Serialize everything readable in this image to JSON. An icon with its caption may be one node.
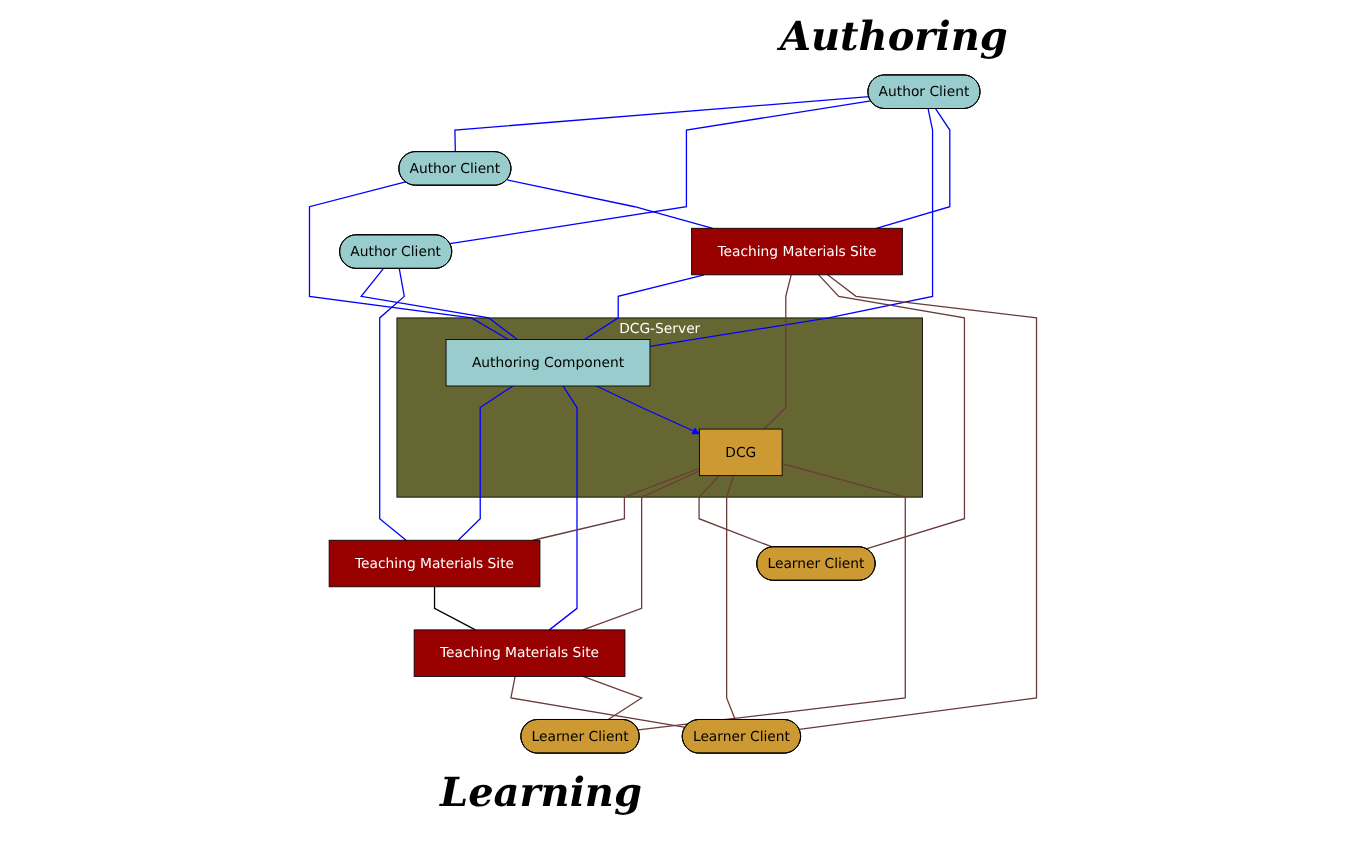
{
  "diagram": {
    "nodes": [
      {
        "text": [
          "Author Client"
        ]
      },
      {
        "text": [
          "Author Client"
        ]
      },
      {
        "text": [
          "Author Client"
        ]
      },
      {
        "text": [
          "DCG-Server"
        ]
      },
      {
        "text": [
          "Authoring Component"
        ],
        "in": 3
      },
      {
        "text": [
          "DCG"
        ],
        "in": 3
      },
      {
        "text": [
          "Teaching Materials Site"
        ]
      },
      {
        "text": [
          "Teaching Materials Site"
        ]
      },
      {
        "text": [
          "Teaching Materials Site"
        ]
      },
      {
        "text": [
          "Learner Client"
        ]
      },
      {
        "text": [
          "Learner Client"
        ]
      },
      {
        "text": [
          "Learner Client"
        ]
      }
    ],
    "edges": [
      {
        "from": 0,
        "to": 2,
        "arrow": "none"
      },
      {
        "from": 0,
        "to": 1,
        "arrow": "none"
      },
      {
        "from": 0,
        "to": 4,
        "arrow": "none"
      },
      {
        "from": 0,
        "to": 6,
        "arrow": "none"
      },
      {
        "from": 2,
        "to": 4,
        "arrow": "none"
      },
      {
        "from": 2,
        "to": 6,
        "arrow": "none"
      },
      {
        "from": 1,
        "to": 4,
        "arrow": "none"
      },
      {
        "from": 1,
        "to": 7,
        "arrow": "none"
      },
      {
        "from": 6,
        "to": 4,
        "arrow": "none"
      },
      {
        "from": 4,
        "to": 7,
        "arrow": "none"
      },
      {
        "from": 4,
        "to": 8,
        "arrow": "none"
      },
      {
        "from": 4,
        "to": 5,
        "arrow": "to"
      },
      {
        "from": 7,
        "to": 8,
        "arrow": "none",
        "color": "#000000"
      },
      {
        "from": 6,
        "to": 5,
        "arrow": "none",
        "color": "#6b3a3a"
      },
      {
        "from": 6,
        "to": 9,
        "arrow": "none",
        "color": "#6b3a3a"
      },
      {
        "from": 6,
        "to": 11,
        "arrow": "none",
        "color": "#6b3a3a"
      },
      {
        "from": 5,
        "to": 7,
        "arrow": "none",
        "color": "#6b3a3a"
      },
      {
        "from": 5,
        "to": 8,
        "arrow": "none",
        "color": "#6b3a3a"
      },
      {
        "from": 5,
        "to": 9,
        "arrow": "none",
        "color": "#6b3a3a"
      },
      {
        "from": 5,
        "to": 11,
        "arrow": "none",
        "color": "#6b3a3a"
      },
      {
        "from": 5,
        "to": 10,
        "arrow": "none",
        "color": "#6b3a3a"
      },
      {
        "from": 8,
        "to": 11,
        "arrow": "none",
        "color": "#6b3a3a"
      },
      {
        "from": 8,
        "to": 10,
        "arrow": "none",
        "color": "#6b3a3a"
      }
    ],
    "labels": [
      "Authoring",
      "Learning"
    ]
  }
}
